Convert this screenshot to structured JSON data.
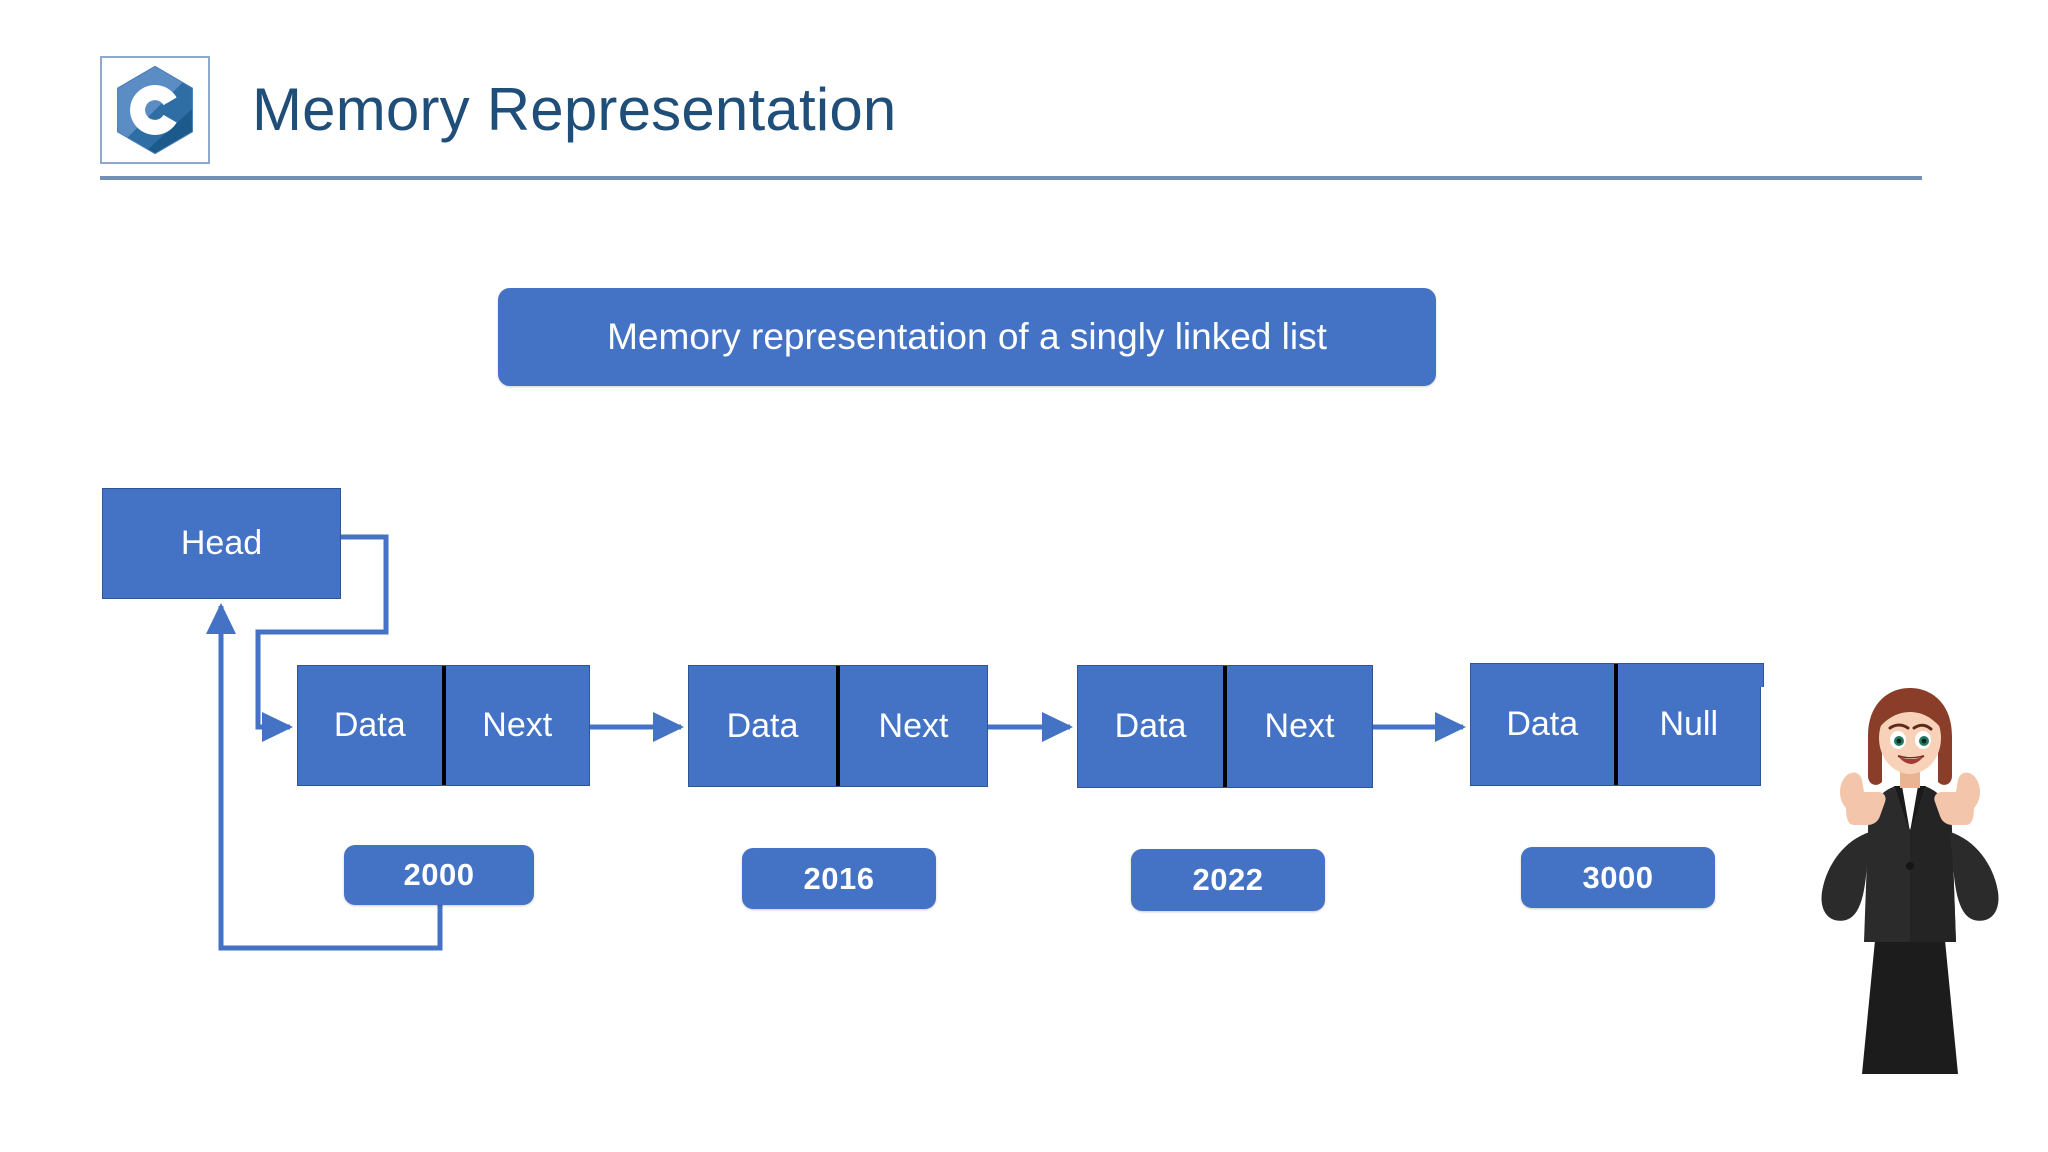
{
  "header": {
    "title": "Memory Representation",
    "logo_icon": "c-language-hexagon-logo",
    "logo_colors": {
      "light": "#5b8cc4",
      "dark": "#1b5a8a",
      "mid": "#3a7cb5"
    },
    "rule_color": "#738fb5",
    "title_color": "#1f4e79"
  },
  "caption": {
    "text": "Memory representation of a singly linked list",
    "background": "#4472c4",
    "text_color": "#ffffff"
  },
  "diagram": {
    "head": {
      "label": "Head"
    },
    "nodes": [
      {
        "data_label": "Data",
        "pointer_label": "Next",
        "address": "2000",
        "is_tail": false
      },
      {
        "data_label": "Data",
        "pointer_label": "Next",
        "address": "2016",
        "is_tail": false
      },
      {
        "data_label": "Data",
        "pointer_label": "Next",
        "address": "2022",
        "is_tail": false
      },
      {
        "data_label": "Data",
        "pointer_label": "Null",
        "address": "3000",
        "is_tail": true
      }
    ],
    "connectors": [
      {
        "name": "head-to-first-node",
        "from": "head",
        "to": "node-0"
      },
      {
        "name": "node0-to-node1",
        "from": "node-0",
        "to": "node-1"
      },
      {
        "name": "node1-to-node2",
        "from": "node-1",
        "to": "node-2"
      },
      {
        "name": "node2-to-node3",
        "from": "node-2",
        "to": "node-3"
      },
      {
        "name": "address2000-to-head",
        "from": "addr-0",
        "to": "head"
      }
    ],
    "node_fill": "#4472c4",
    "node_border": "#2f5597",
    "divider_color": "#000000",
    "arrow_color": "#4472c4",
    "text_color": "#ffffff"
  },
  "presenter": {
    "icon": "businesswoman-thumbs-up-illustration",
    "hair_color": "#8a3d28",
    "skin_color": "#f3c6ab",
    "suit_color": "#262626"
  }
}
